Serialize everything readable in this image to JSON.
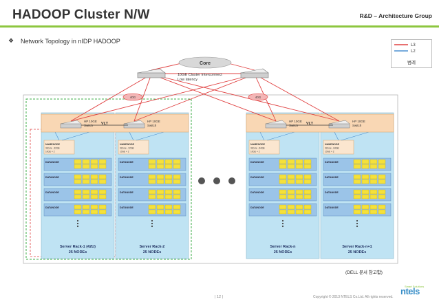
{
  "header": {
    "title": "HADOOP Cluster N/W",
    "group": "R&D – Architecture Group"
  },
  "subtitle": "Network Topology in nIDP HADOOP",
  "legend": {
    "items": [
      {
        "label": "L3",
        "color": "#e04040"
      },
      {
        "label": "L2",
        "color": "#4a8fd0"
      }
    ],
    "caption": "범례"
  },
  "diagram": {
    "core": {
      "label": "Core",
      "interconnect": "10GE Cluster Interconnect",
      "latency": "Low latency"
    },
    "link_labels": [
      "40G",
      "40G"
    ],
    "switch_label": "HP 10GE\nSwitch",
    "vlt_label": "VLT",
    "namenode_label": "NAMENODE",
    "datanode_label": "DATANODE",
    "node_specs": [
      {
        "line1": "32core , 32GB",
        "line2": "10GE × 2"
      },
      {
        "line1": "32core , 32GB",
        "line2": "10GE × 2"
      },
      {
        "line1": "32core , 64GB",
        "line2": "10GE × 2"
      },
      {
        "line1": "32core , 64GB",
        "line2": "10GE × 2"
      }
    ],
    "racks": [
      {
        "name": "Server Rack-1 (42U)",
        "nodes": "25 NODEs"
      },
      {
        "name": "Server Rack-2",
        "nodes": "25 NODEs"
      },
      {
        "name": "Server Rack-n",
        "nodes": "25 NODEs"
      },
      {
        "name": "Server Rack-n+1",
        "nodes": "25 NODEs"
      }
    ],
    "colors": {
      "rack_fill": "#bfe3f3",
      "switch_band": "#f9d7b4",
      "node_fill": "#9bc4e8",
      "disk": "#f5e13a",
      "l3": "#e04040",
      "l2": "#4a8fd0",
      "green_group": "#3fae49"
    }
  },
  "note": "(DELL 문서 참고함)",
  "footer": {
    "page": "| 12 |",
    "copyright": "Copyright © 2013 NTELS Co.Ltd. All rights reserved.",
    "logo": "ntels",
    "logo_tagline": "Smart Solutions"
  }
}
